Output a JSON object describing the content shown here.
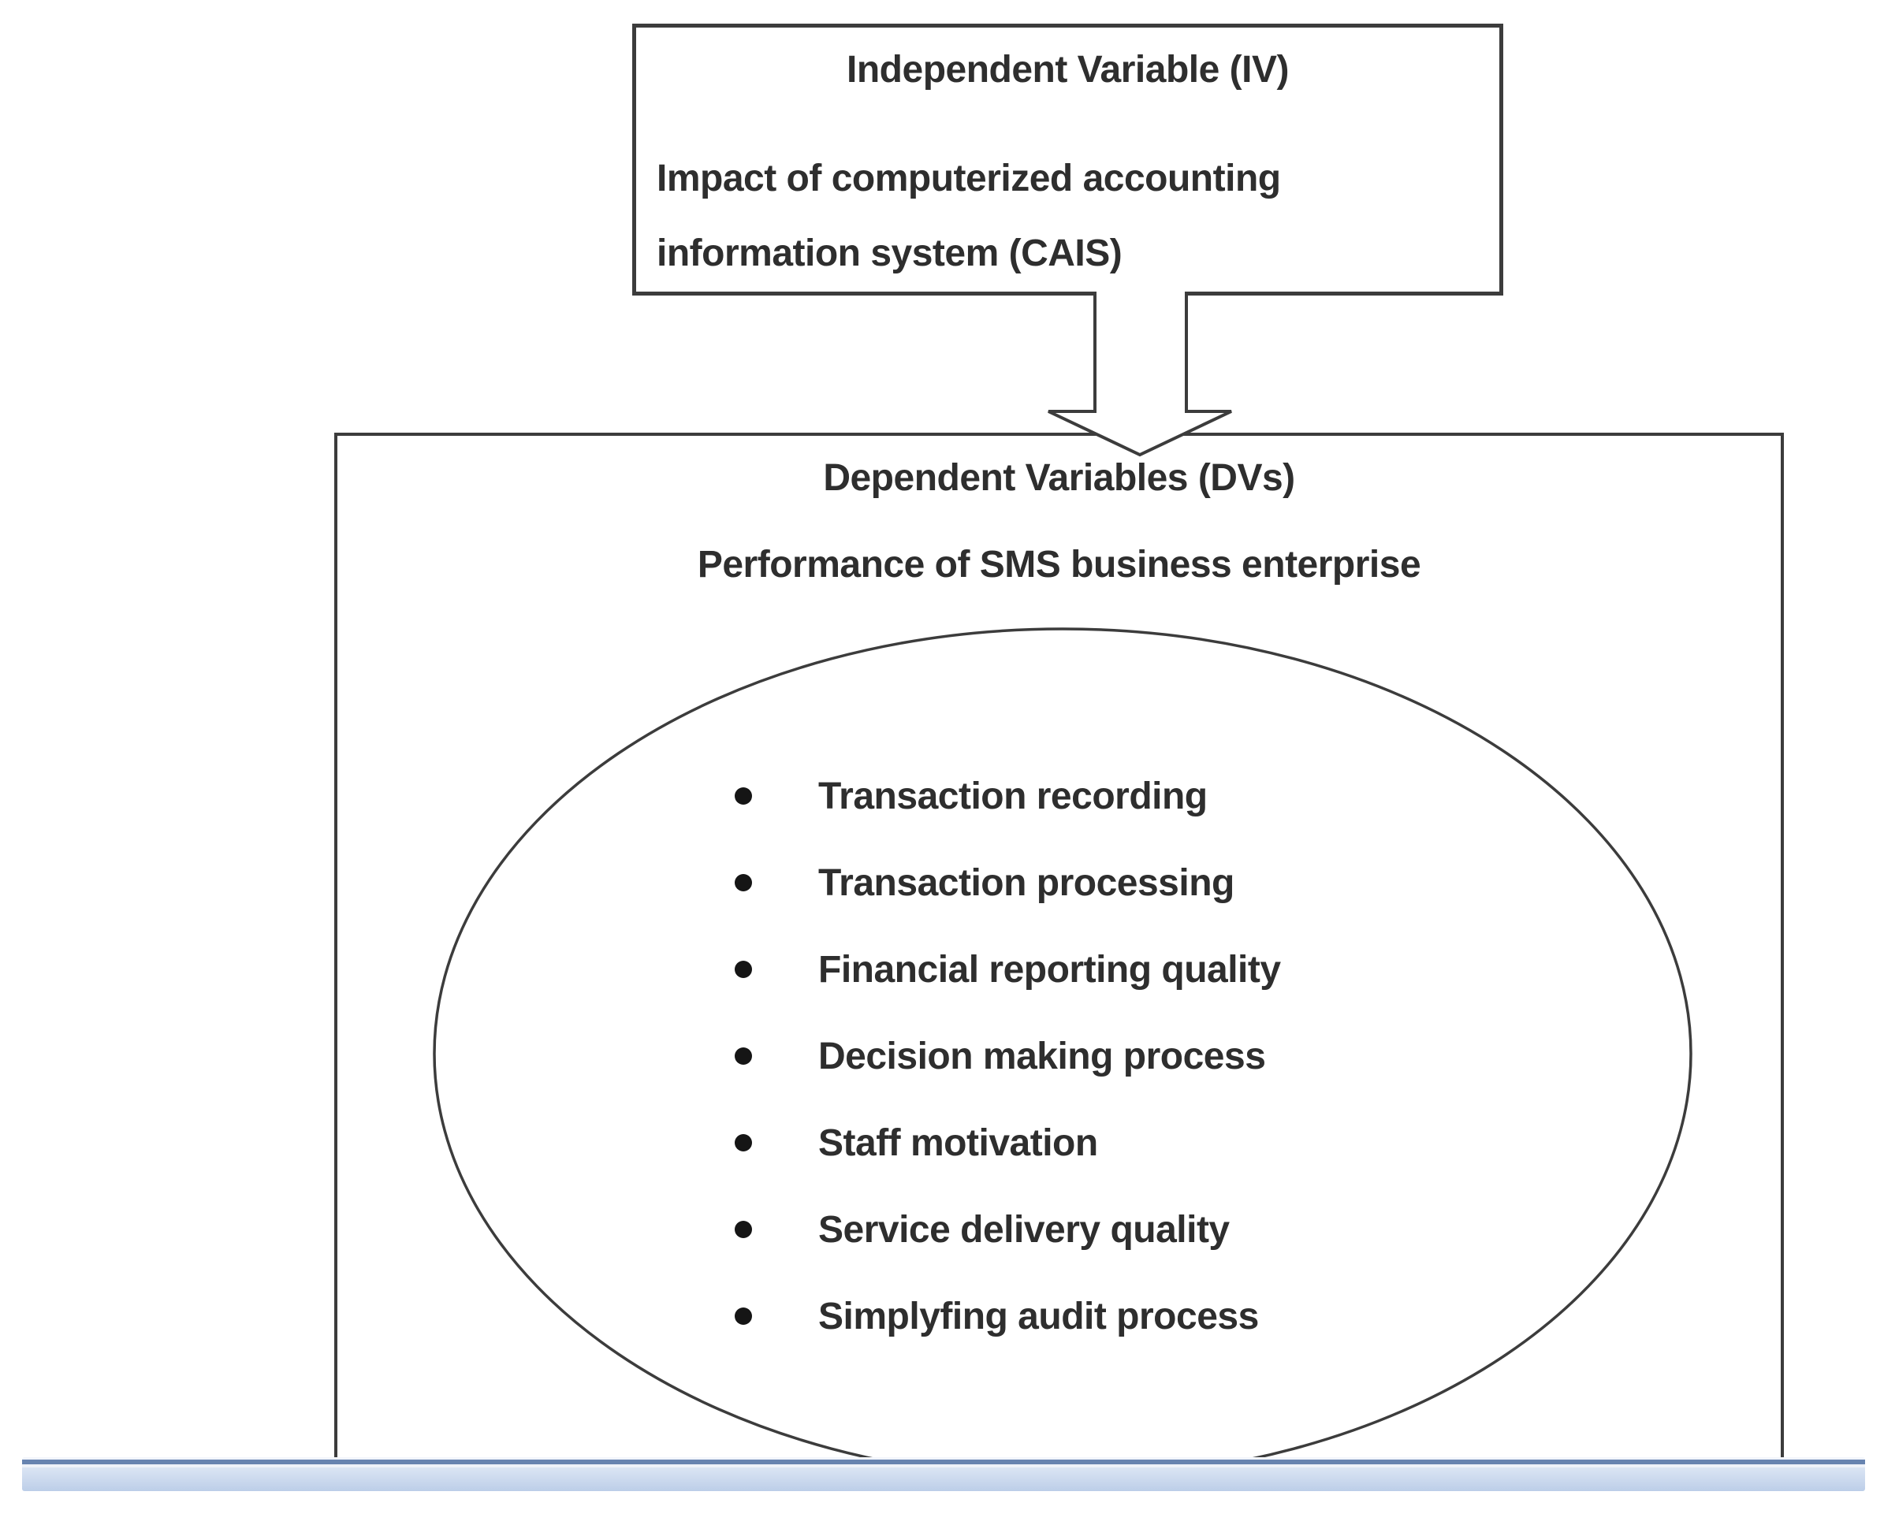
{
  "iv_box": {
    "title": "Independent Variable (IV)",
    "body_line1": "Impact of computerized accounting",
    "body_line2": "information system (CAIS)"
  },
  "arrow": {
    "direction": "down"
  },
  "dv_box": {
    "title": "Dependent Variables (DVs)",
    "subtitle": "Performance of SMS business enterprise",
    "items": [
      "Transaction recording",
      "Transaction processing",
      "Financial reporting quality",
      "Decision making process",
      "Staff motivation",
      "Service delivery quality",
      "Simplyfing audit process"
    ]
  },
  "colors": {
    "box_border": "#3c3c3c",
    "text": "#2e2e2e",
    "bullet": "#151515",
    "bar_line": "#6784b0",
    "bar_fill_light": "#dbe5f4",
    "bar_fill_dark": "#bccee8"
  }
}
